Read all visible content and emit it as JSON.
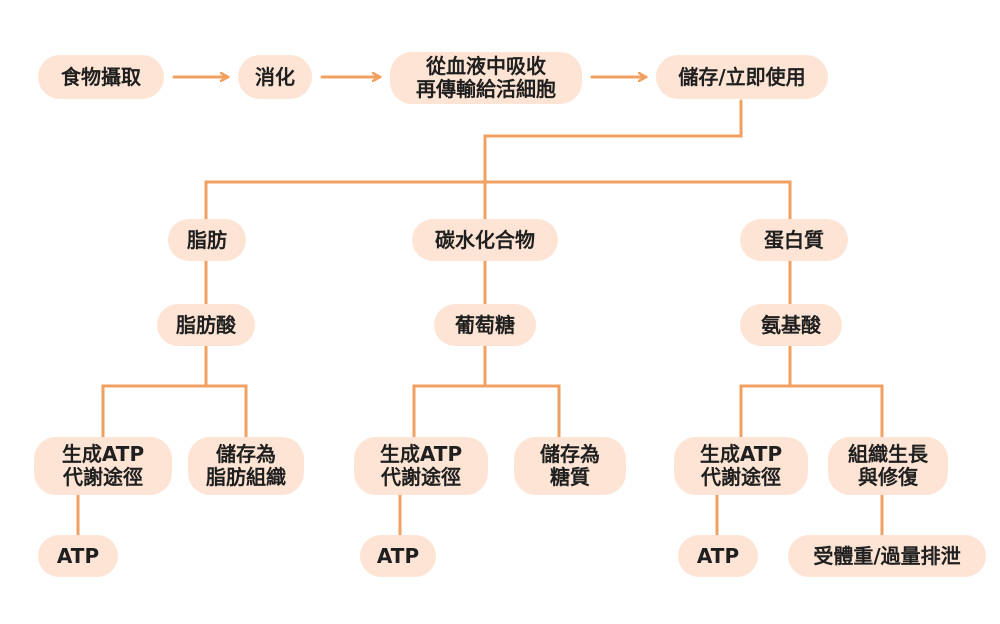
{
  "colors": {
    "node_fill": "#fde4d4",
    "connector": "#f0a060",
    "text": "#1f1f1f"
  },
  "top_row": {
    "food_intake": "食物攝取",
    "digestion": "消化",
    "absorb": [
      "從血液中吸收",
      "再傳輸給活細胞"
    ],
    "store_use": "儲存/立即使用"
  },
  "fat": {
    "title": "脂肪",
    "acid": "脂肪酸",
    "atp_pathway": [
      "生成ATP",
      "代謝途徑"
    ],
    "store": [
      "儲存為",
      "脂肪組織"
    ],
    "atp": "ATP"
  },
  "carb": {
    "title": "碳水化合物",
    "acid": "葡萄糖",
    "atp_pathway": [
      "生成ATP",
      "代謝途徑"
    ],
    "store": [
      "儲存為",
      "糖質"
    ],
    "atp": "ATP"
  },
  "protein": {
    "title": "蛋白質",
    "acid": "氨基酸",
    "atp_pathway": [
      "生成ATP",
      "代謝途徑"
    ],
    "growth": [
      "組織生長",
      "與修復"
    ],
    "atp": "ATP",
    "excretion": "受體重/過量排泄"
  }
}
